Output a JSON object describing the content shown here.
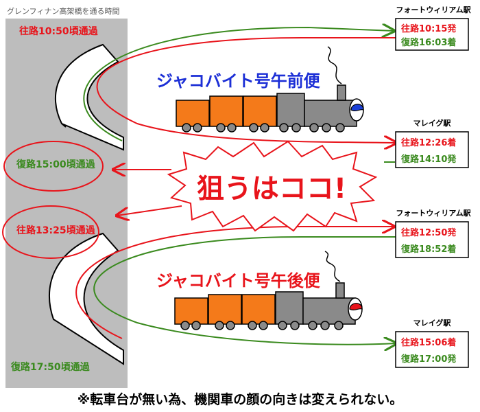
{
  "panel_title": "グレンフィナン高架橋を通る時間",
  "viaduct_times": {
    "top_red": "往路10:50頃通過",
    "mid_green": "復路15:00頃通過",
    "mid_red": "往路13:25頃通過",
    "bottom_green": "復路17:50頃通過"
  },
  "stations": [
    {
      "name": "フォートウィリアム駅",
      "line1": "往路10:15発",
      "line2": "復路16:03着"
    },
    {
      "name": "マレイグ駅",
      "line1": "往路12:26着",
      "line2": "復路14:10発"
    },
    {
      "name": "フォートウィリアム駅",
      "line1": "往路12:50発",
      "line2": "復路18:52着"
    },
    {
      "name": "マレイグ駅",
      "line1": "往路15:06着",
      "line2": "復路17:00発"
    }
  ],
  "trains": {
    "am": "ジャコバイト号午前便",
    "pm": "ジャコバイト号午後便"
  },
  "callout": "狙うはココ!",
  "footnote": "※転車台が無い為、機関車の顔の向きは変えられない。",
  "colors": {
    "outbound": "#e8141b",
    "return": "#3a8a1e",
    "am_title": "#1c2fd6",
    "pm_title": "#e8141b",
    "wagon": "#f47a1a",
    "engine": "#8a8a8a",
    "panel": "#bdbdbd",
    "am_face": "#1a3fd6",
    "pm_face": "#e8141b"
  }
}
